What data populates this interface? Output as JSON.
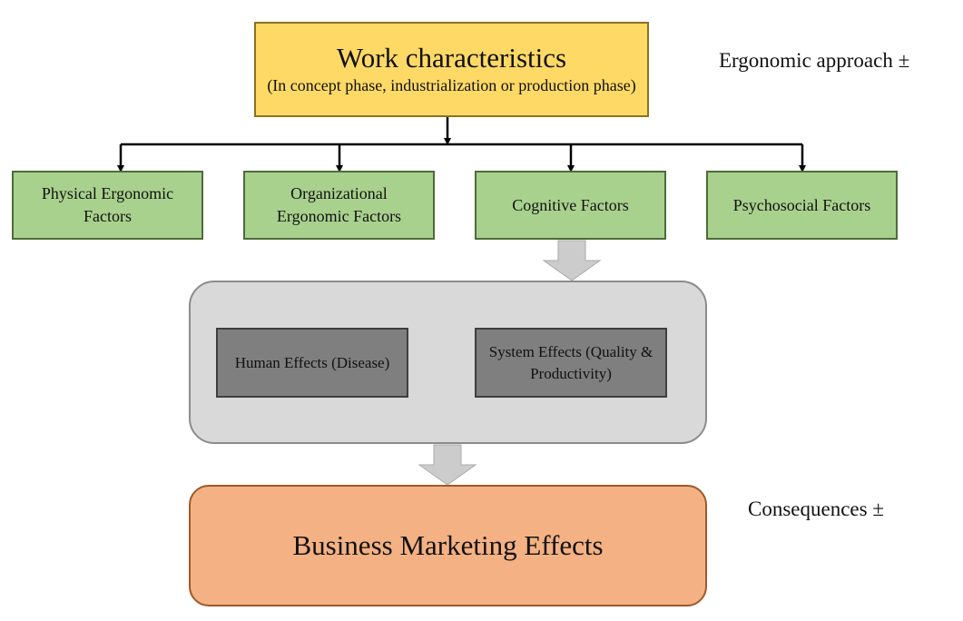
{
  "top": {
    "title": "Work characteristics",
    "subtitle": "(In concept phase, industrialization or production phase)"
  },
  "factors": [
    {
      "label": "Physical Ergonomic Factors"
    },
    {
      "label": "Organizational Ergonomic Factors"
    },
    {
      "label": "Cognitive Factors"
    },
    {
      "label": "Psychosocial Factors"
    }
  ],
  "effects": [
    {
      "label": "Human Effects (Disease)"
    },
    {
      "label": "System Effects (Quality & Productivity)"
    }
  ],
  "bottom": {
    "label": "Business Marketing Effects"
  },
  "side_labels": {
    "ergonomic": "Ergonomic approach ±",
    "consequences": "Consequences ±"
  },
  "colors": {
    "top_fill": "#ffd966",
    "factor_fill": "#a9d18e",
    "group_fill": "#d9d9d9",
    "effect_fill": "#7f7f7f",
    "bottom_fill": "#f4b183",
    "block_arrow": "#cccccc"
  }
}
